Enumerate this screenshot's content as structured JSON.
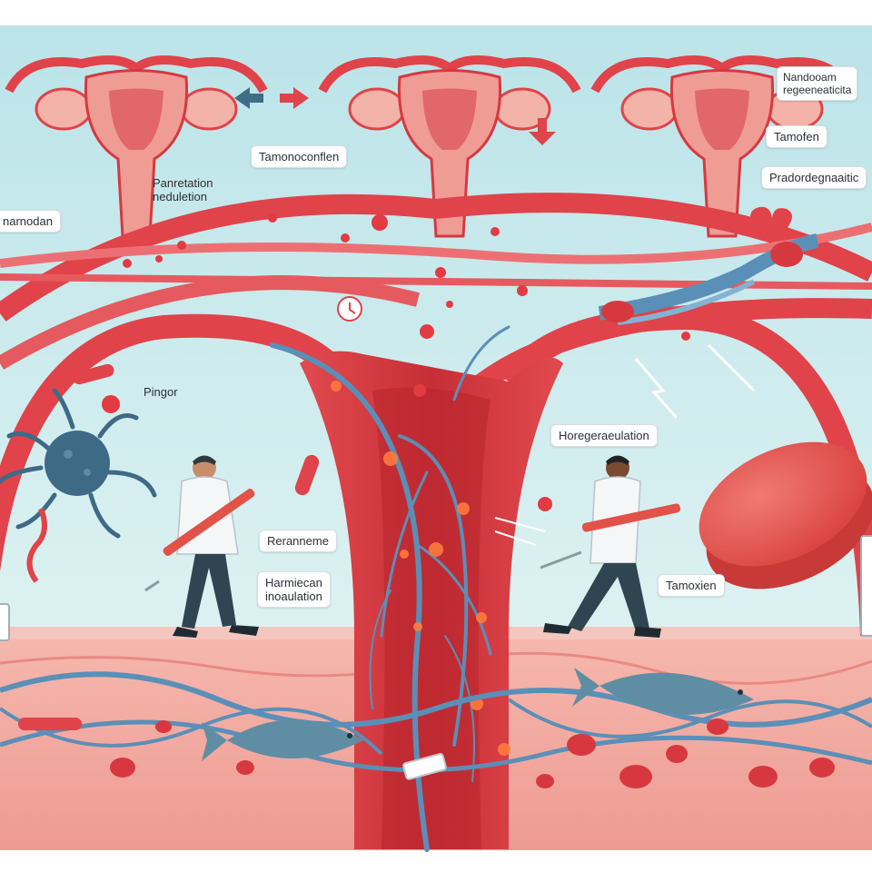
{
  "labels": {
    "nandodam_line1": "Nandooam",
    "nandodam_line2": "regeeneaticita",
    "tamofen": "Tamofen",
    "pradorde": "Pradordegnaaitic",
    "tamoxofen": "Tamonoconflen",
    "panretaion_line1": "Panretation",
    "panretaion_line2": "neduletion",
    "narnodan": "narnodan",
    "pingor": "Pingor",
    "horeger": "Horegeraeulation",
    "reranneme": "Reranneme",
    "harmiecan_line1": "Harmiecan",
    "harmiecan_line2": "inoaulation",
    "tamoxien": "Tamoxien"
  },
  "colors": {
    "background_top": "#bfe6ea",
    "background_bottom": "#ddf1f2",
    "vessel_red": "#e0434a",
    "vessel_light": "#f07b7d",
    "vein_blue": "#5a8fb8",
    "tissue_pink": "#f2a8a0",
    "uterus_pink": "#ef9c95",
    "pill_red": "#e4544f",
    "fish_blue": "#5f8ea4",
    "cell_blue": "#3e6a86",
    "coat_white": "#f4f6f8",
    "pants_dark": "#2f4552"
  }
}
